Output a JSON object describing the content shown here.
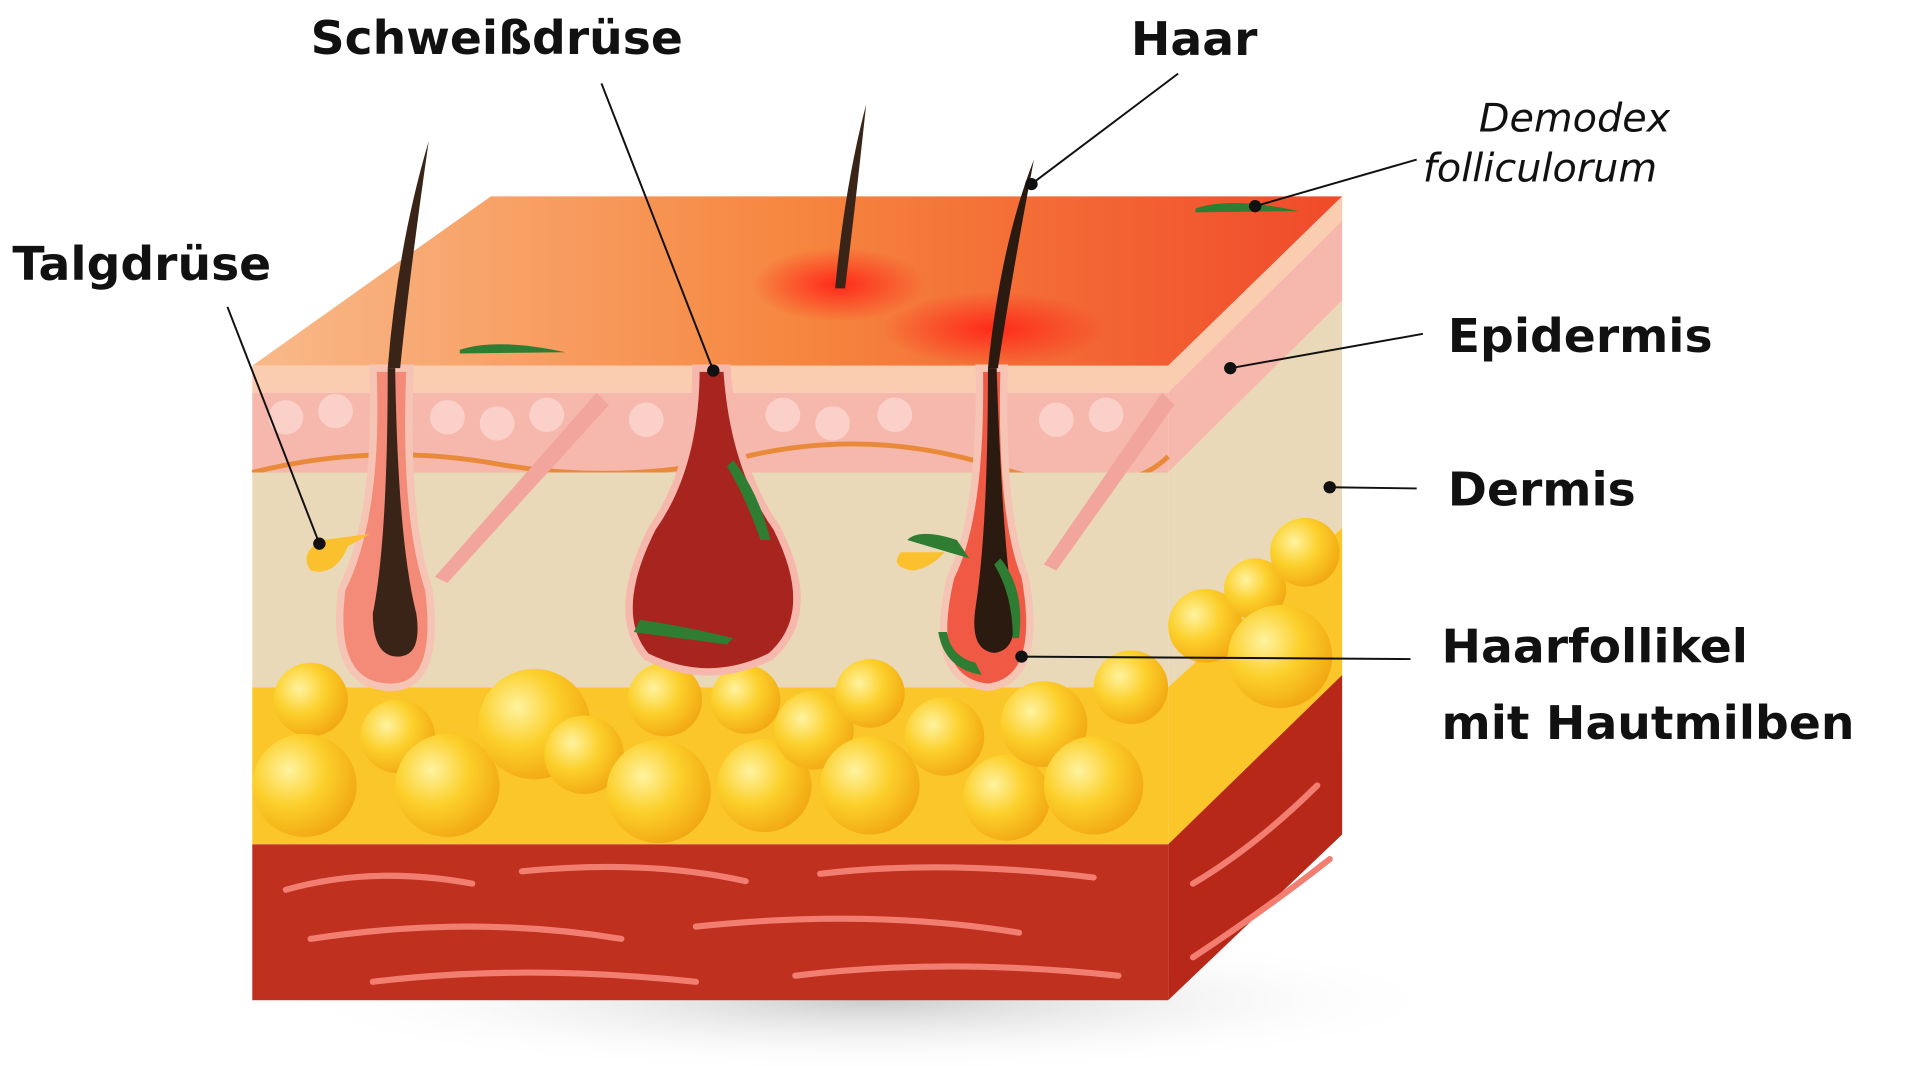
{
  "labels": {
    "sweat_gland": "Schweißdrüse",
    "hair": "Haar",
    "demodex_line1": "Demodex",
    "demodex_line2": "folliculorum",
    "sebaceous_gland": "Talgdrüse",
    "epidermis": "Epidermis",
    "dermis": "Dermis",
    "follicle_line1": "Haarfollikel",
    "follicle_line2": "mit Hautmilben"
  },
  "colors": {
    "epidermis": "#f6b8ac",
    "dermis": "#ead9b8",
    "fat": "#fbc62a",
    "muscle": "#c0301e",
    "mite": "#2e7d32"
  }
}
